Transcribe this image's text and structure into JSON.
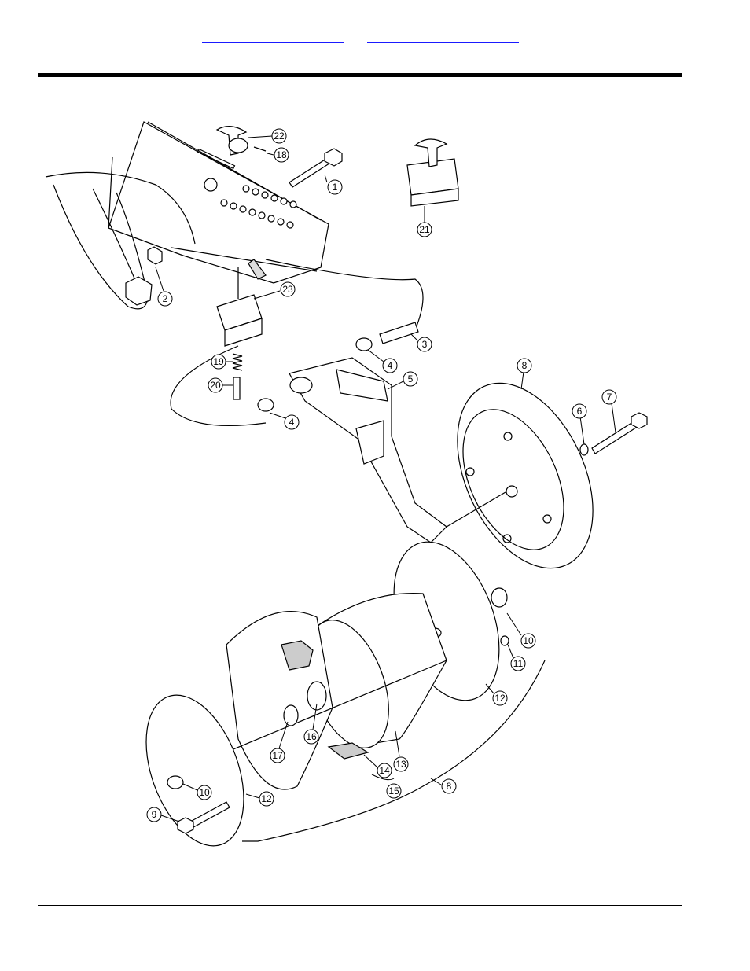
{
  "header": {
    "links": [
      "",
      ""
    ]
  },
  "diagram": {
    "callouts": [
      "1",
      "2",
      "3",
      "4",
      "4",
      "5",
      "6",
      "7",
      "8",
      "8",
      "9",
      "10",
      "10",
      "11",
      "12",
      "12",
      "13",
      "14",
      "15",
      "16",
      "17",
      "18",
      "19",
      "20",
      "21",
      "22",
      "23"
    ]
  }
}
